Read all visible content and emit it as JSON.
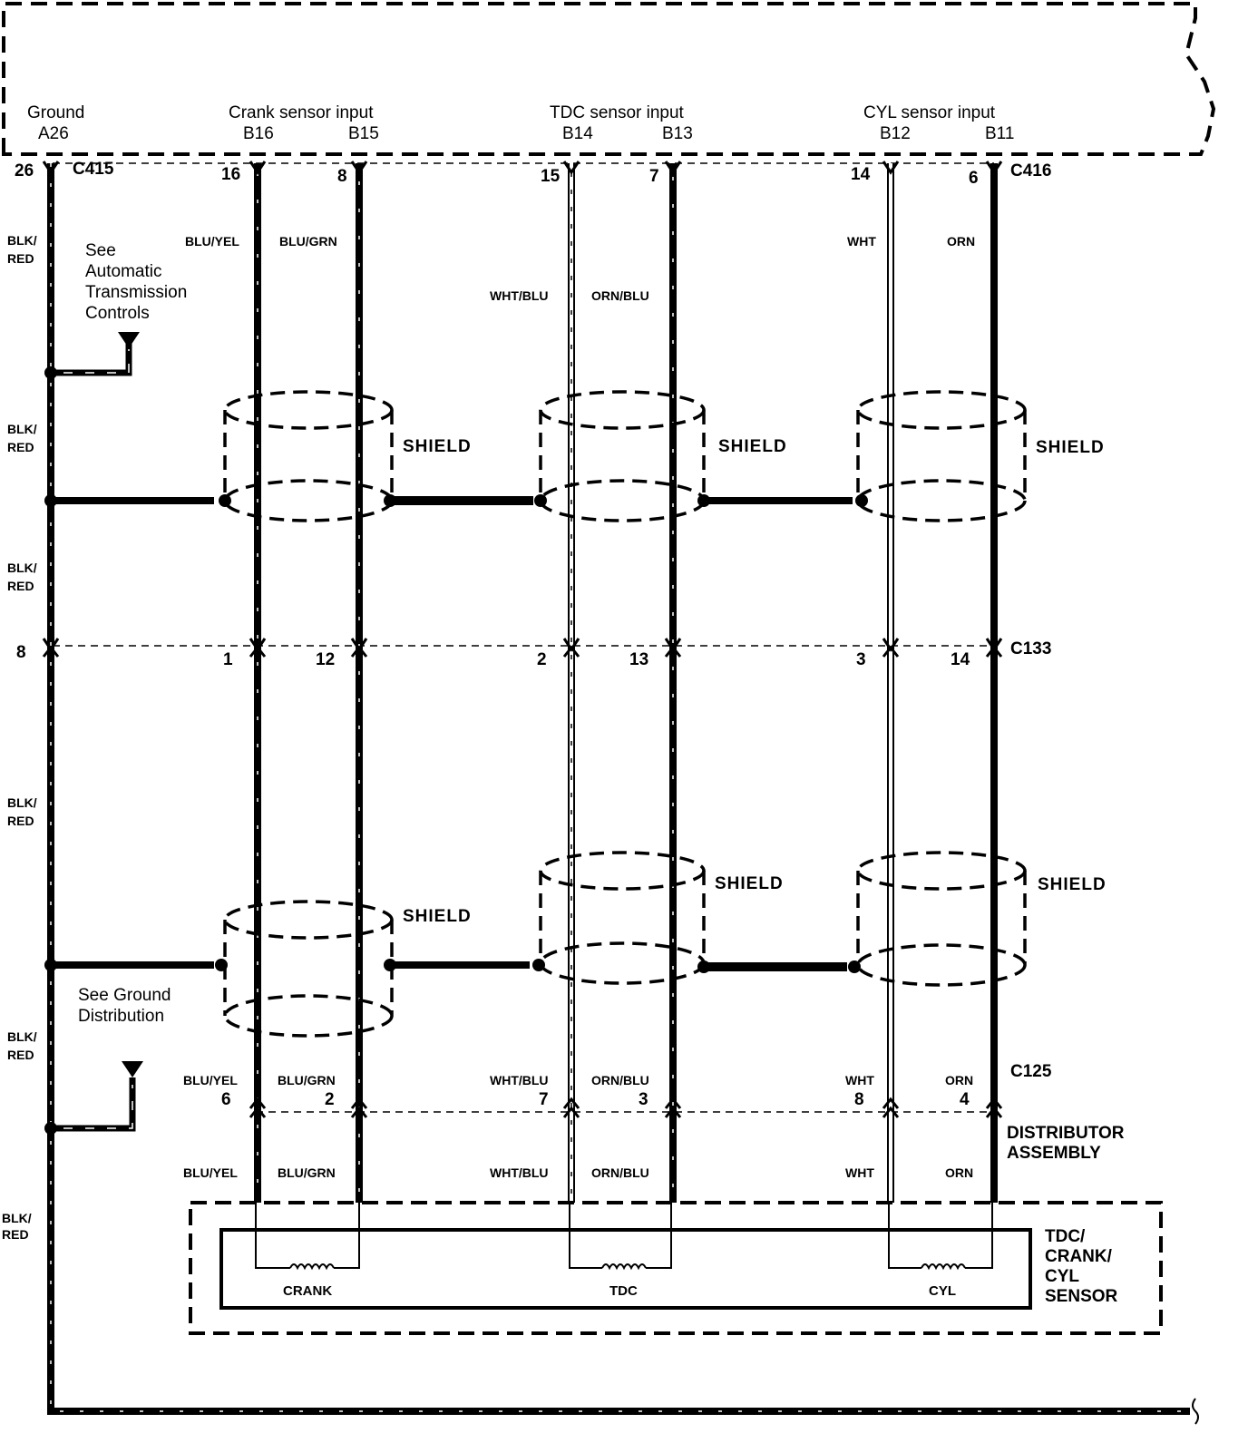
{
  "ecm_terminals": {
    "ground": {
      "label": "Ground",
      "pin": "A26"
    },
    "crank": {
      "label": "Crank sensor input",
      "pins": [
        "B16",
        "B15"
      ]
    },
    "tdc": {
      "label": "TDC sensor input",
      "pins": [
        "B14",
        "B13"
      ]
    },
    "cyl": {
      "label": "CYL sensor input",
      "pins": [
        "B12",
        "B11"
      ]
    }
  },
  "connectors": {
    "c415": "C415",
    "c416": "C416",
    "c133": "C133",
    "c125": "C125"
  },
  "pins_top": {
    "ground": "26",
    "blu_yel": "16",
    "blu_grn": "8",
    "wht_blu": "15",
    "orn_blu": "7",
    "wht": "14",
    "orn": "6"
  },
  "pins_c133": {
    "ground": "8",
    "blu_yel": "1",
    "blu_grn": "12",
    "wht_blu": "2",
    "orn_blu": "13",
    "wht": "3",
    "orn": "14"
  },
  "pins_c125": {
    "blu_yel": "6",
    "blu_grn": "2",
    "wht_blu": "7",
    "orn_blu": "3",
    "wht": "8",
    "orn": "4"
  },
  "wire_colors": {
    "blk_red_1": "BLK/",
    "blk_red_2": "RED",
    "blu_yel": "BLU/YEL",
    "blu_grn": "BLU/GRN",
    "wht_blu": "WHT/BLU",
    "orn_blu": "ORN/BLU",
    "wht": "WHT",
    "orn": "ORN"
  },
  "notes": {
    "see_atc": [
      "See",
      "Automatic",
      "Transmission",
      "Controls"
    ],
    "see_ground": [
      "See Ground",
      "Distribution"
    ]
  },
  "shield_label": "SHIELD",
  "distributor": [
    "DISTRIBUTOR",
    "ASSEMBLY"
  ],
  "sensor_box": [
    "TDC/",
    "CRANK/",
    "CYL",
    "SENSOR"
  ],
  "coils": {
    "crank": "CRANK",
    "tdc": "TDC",
    "cyl": "CYL"
  }
}
